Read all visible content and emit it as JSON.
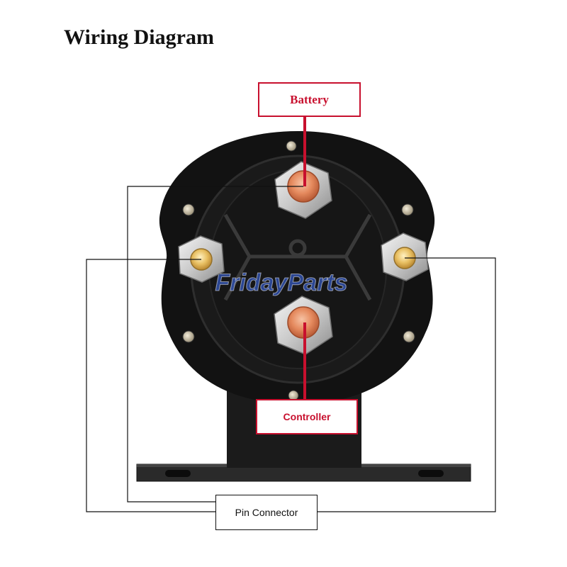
{
  "title": "Wiring Diagram",
  "labels": {
    "battery": "Battery",
    "controller": "Controller",
    "pin_connector": "Pin Connector"
  },
  "watermark": "FridayParts",
  "colors": {
    "accent_red": "#c8102e",
    "wire_black": "#111111",
    "watermark_blue": "#2f4fa8"
  }
}
